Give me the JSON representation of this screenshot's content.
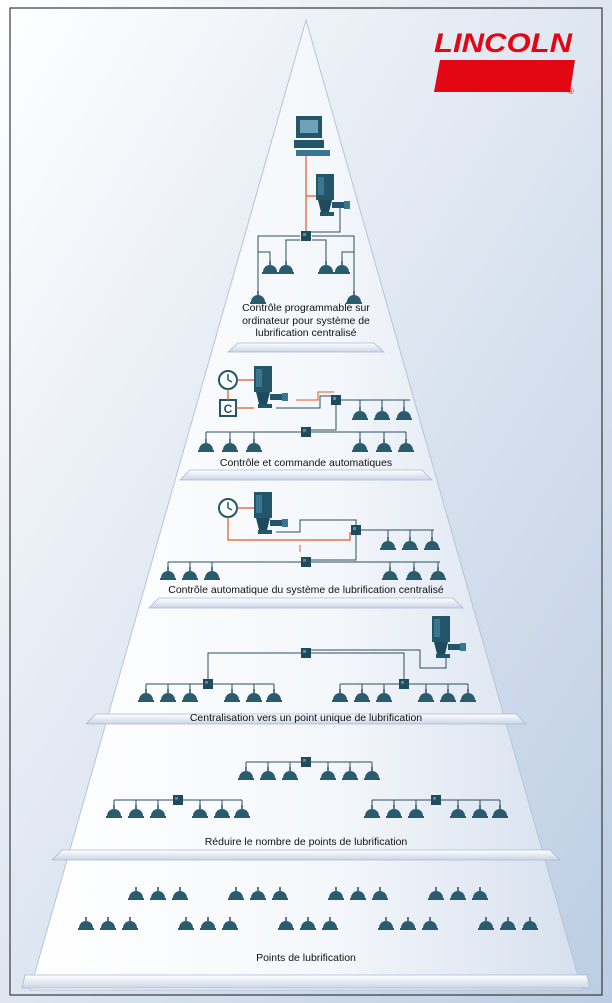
{
  "brand": {
    "name": "LINCOLN",
    "registered_mark": "®",
    "color": "#e30613"
  },
  "colors": {
    "background_top": "#ffffff",
    "background_bottom": "#c5d4e8",
    "pyramid_face": "#ffffff",
    "pyramid_shade": "#bfcde0",
    "line": "#2d4f5c",
    "signal_line": "#e05a2a",
    "device": "#2a5c6e"
  },
  "tiers": [
    {
      "id": "tier-6",
      "label": "Contrôle programmable sur\nordinateur pour système de\nlubrification centralisé",
      "icons": [
        "computer-icon",
        "pump-icon",
        "distributor-icon",
        "lubrication-point-icon"
      ]
    },
    {
      "id": "tier-5",
      "label": "Contrôle et commande automatiques",
      "icons": [
        "clock-icon",
        "controller-c-icon",
        "pump-icon",
        "distributor-icon",
        "lubrication-point-icon"
      ]
    },
    {
      "id": "tier-4",
      "label": "Contrôle automatique du système de lubrification centralisé",
      "icons": [
        "clock-icon",
        "pump-icon",
        "distributor-icon",
        "lubrication-point-icon"
      ]
    },
    {
      "id": "tier-3",
      "label": "Centralisation vers un point unique de lubrification",
      "icons": [
        "pump-icon",
        "distributor-icon",
        "lubrication-point-icon"
      ]
    },
    {
      "id": "tier-2",
      "label": "Réduire le nombre de points de lubrification",
      "icons": [
        "distributor-icon",
        "lubrication-point-icon"
      ]
    },
    {
      "id": "tier-1",
      "label": "Points de lubrification",
      "icons": [
        "lubrication-point-icon"
      ]
    }
  ],
  "controller_letter": "C"
}
